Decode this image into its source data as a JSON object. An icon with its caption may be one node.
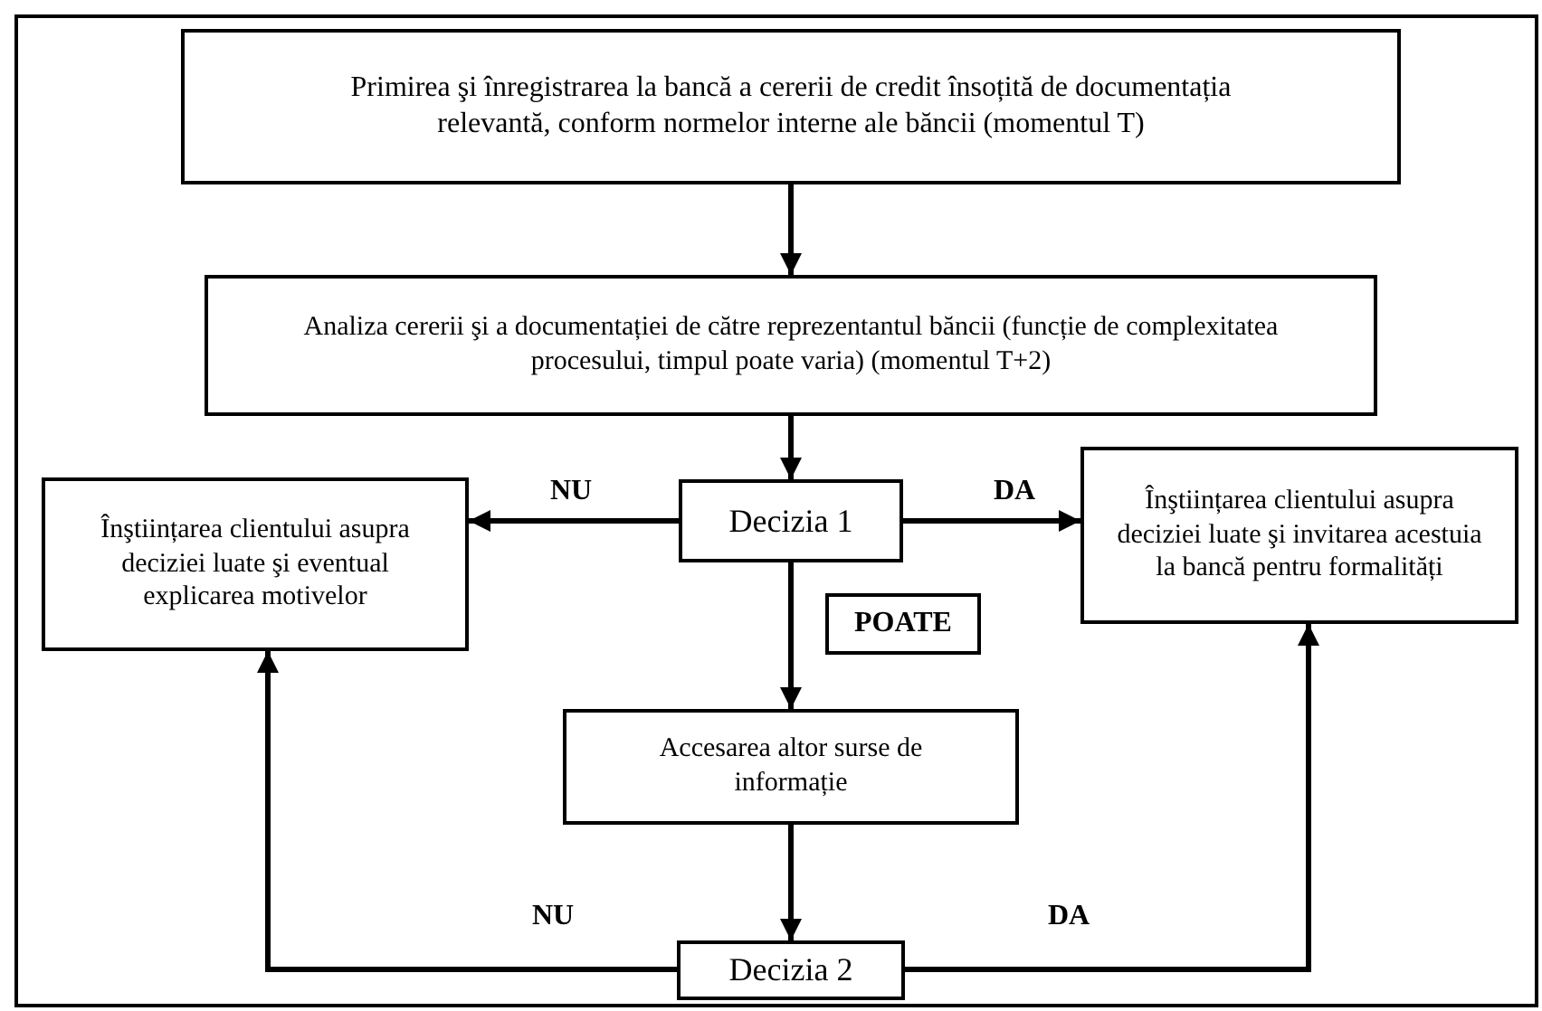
{
  "diagram": {
    "nodes": [
      {
        "text": [
          "Primirea şi înregistrarea la bancă a cererii de credit însoțită de documentația relevantă, conform normelor interne ale băncii (momentul T)"
        ]
      },
      {
        "text": [
          "Analiza cererii şi a documentației de către reprezentantul băncii (funcție de complexitatea procesului, timpul poate varia) (momentul T+2)"
        ]
      },
      {
        "text": [
          "Decizia 1"
        ]
      },
      {
        "text": [
          "Înştiințarea clientului asupra deciziei luate şi eventual explicarea motivelor"
        ]
      },
      {
        "text": [
          "Înştiințarea clientului asupra deciziei luate şi invitarea acestuia la bancă pentru formalități"
        ]
      },
      {
        "text": [
          "Accesarea altor surse de informație"
        ]
      },
      {
        "text": [
          "Decizia 2"
        ]
      }
    ],
    "edges": [
      {
        "from": 0,
        "to": 1,
        "arrow": "to"
      },
      {
        "from": 1,
        "to": 2,
        "arrow": "to"
      },
      {
        "from": 2,
        "to": 3,
        "arrow": "to",
        "label": "NU"
      },
      {
        "from": 2,
        "to": 4,
        "arrow": "to",
        "label": "DA"
      },
      {
        "from": 2,
        "to": 5,
        "arrow": "to",
        "label": "POATE"
      },
      {
        "from": 5,
        "to": 6,
        "arrow": "to"
      },
      {
        "from": 6,
        "to": 3,
        "arrow": "to",
        "label": "NU"
      },
      {
        "from": 6,
        "to": 4,
        "arrow": "to",
        "label": "DA"
      }
    ]
  }
}
